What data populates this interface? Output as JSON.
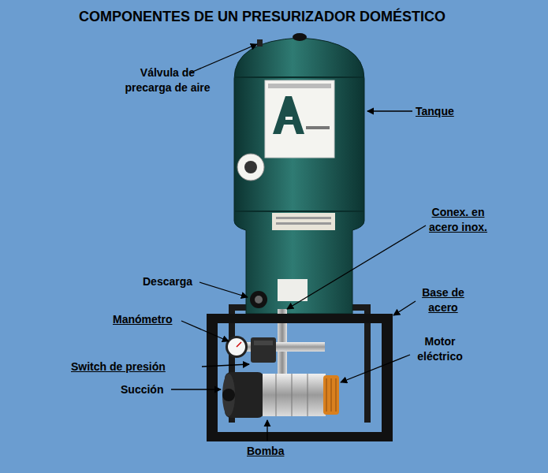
{
  "diagram": {
    "title": "COMPONENTES DE UN PRESURIZADOR DOMÉSTICO",
    "labels": [
      "Válvula de precarga de aire",
      "Tanque",
      "Conex. en acero inox.",
      "Descarga",
      "Base de acero",
      "Manómetro",
      "Motor eléctrico",
      "Switch de presión",
      "Succión",
      "Bomba"
    ]
  }
}
